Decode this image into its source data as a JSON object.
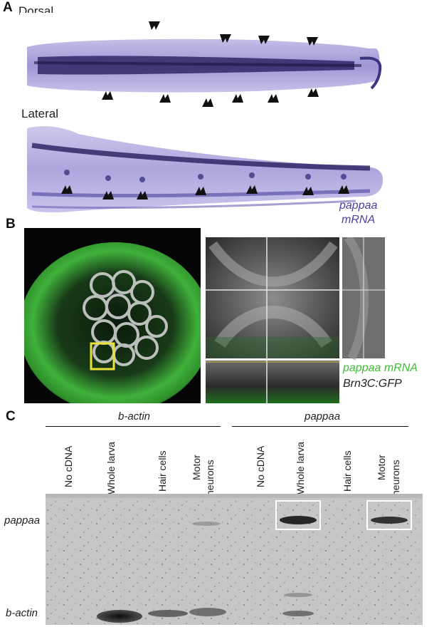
{
  "panel_a": {
    "letter": "A",
    "dorsal_label": "Dorsal",
    "lateral_label": "Lateral",
    "stain_label_line1": "pappaa",
    "stain_label_line2": "mRNA",
    "stain_color": "#4a3f99"
  },
  "panel_b": {
    "letter": "B",
    "legend_green": "pappaa mRNA",
    "legend_dark": "Brn3C:GFP",
    "green_color": "#3bbf2e"
  },
  "panel_c": {
    "letter": "C",
    "group_left": "b-actin",
    "group_right": "pappaa",
    "lanes": [
      "No cDNA",
      "Whole larva",
      "Hair cells",
      "Motor",
      "neurons",
      "No cDNA",
      "Whole larva",
      "Hair cells",
      "Motor",
      "neurons"
    ],
    "row_label_top": "pappaa",
    "row_label_bottom": "b-actin"
  }
}
